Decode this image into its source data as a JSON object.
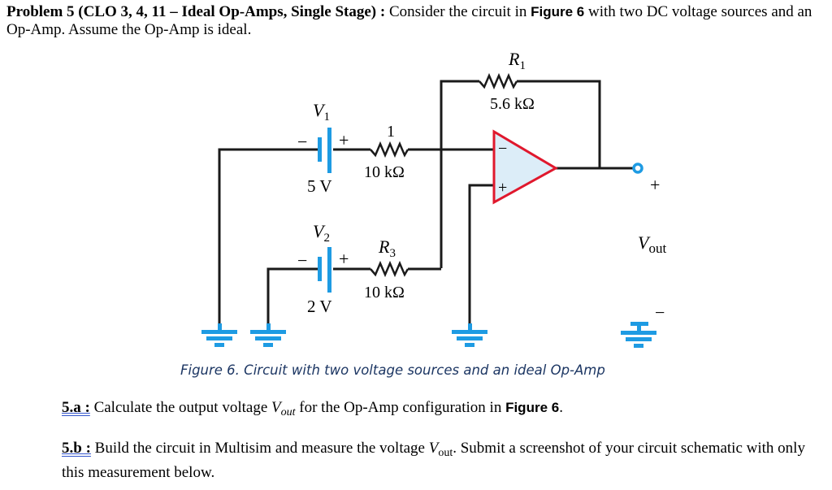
{
  "intro": {
    "title_bold": "Problem 5 (CLO 3, 4, 11 – Ideal Op-Amps, Single Stage) :",
    "text_1": " Consider the circuit in ",
    "figure_ref": "Figure 6",
    "text_2": " with two DC voltage sources and an Op-Amp.  Assume the Op-Amp is ideal."
  },
  "circuit": {
    "v1": {
      "name": "V",
      "sub": "1",
      "value": "5 V",
      "minus": "−",
      "plus": "+"
    },
    "r_top_left": {
      "label": "1",
      "value": "10 kΩ"
    },
    "v2": {
      "name": "V",
      "sub": "2",
      "value": "2 V",
      "minus": "−",
      "plus": "+"
    },
    "r3": {
      "name": "R",
      "sub": "3",
      "value": "10 kΩ"
    },
    "r1": {
      "name": "R",
      "sub": "1",
      "value": "5.6 kΩ"
    },
    "opamp": {
      "inverting": "−",
      "noninverting": "+"
    },
    "output": {
      "plus": "+",
      "minus": "−",
      "name": "V",
      "sub": "out"
    },
    "colors": {
      "wire": "#1a1a1a",
      "source": "#1e9be3",
      "ground": "#1e9be3",
      "opamp_outline": "#e0182d",
      "opamp_fill": "#dcedf8",
      "terminal": "#1e9be3"
    }
  },
  "caption": "Figure 6. Circuit with two voltage sources and an ideal Op-Amp",
  "tasks": {
    "a": {
      "label": "5.a :",
      "text_1": " Calculate the output voltage ",
      "vout_main": "V",
      "vout_sub": "out",
      "text_2": " for the Op-Amp configuration in ",
      "figure_ref": "Figure 6",
      "text_3": "."
    },
    "b": {
      "label": "5.b :",
      "text_1": " Build the circuit in Multisim and measure the voltage ",
      "vout_main": "V",
      "vout_sub": "out",
      "text_2": ".  Submit a screenshot of your circuit schematic with only this measurement below."
    }
  }
}
